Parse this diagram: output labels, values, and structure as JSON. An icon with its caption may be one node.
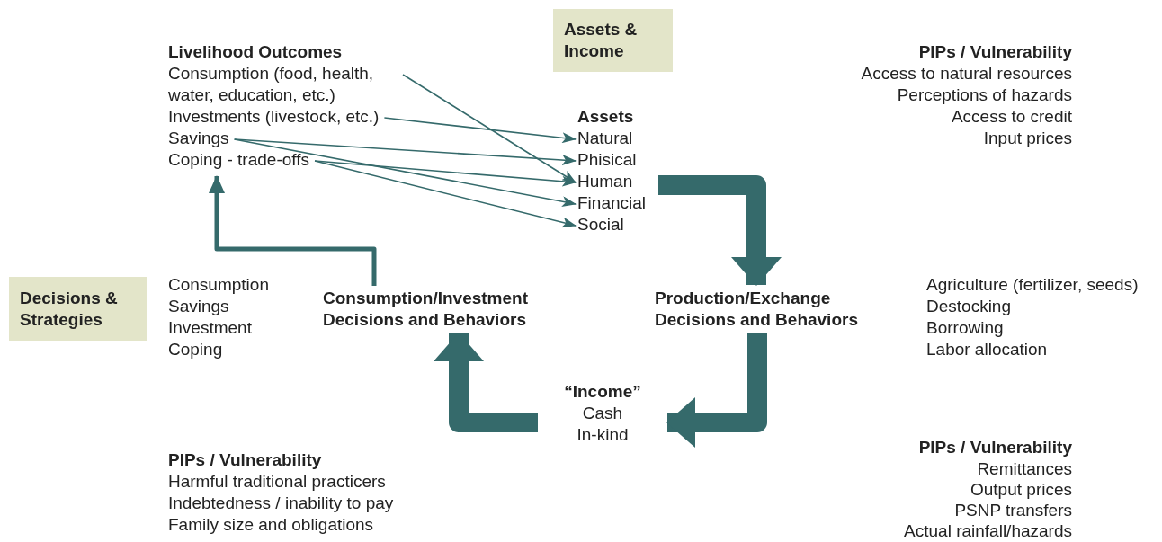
{
  "diagram": {
    "nodes": [
      {
        "text": [
          "Assets & Income"
        ]
      },
      {
        "text": [
          "Decisions & Strategies"
        ]
      },
      {
        "text": [
          "Livelihood Outcomes"
        ]
      },
      {
        "text": [
          "Consumption (food, health, water, education, etc.)"
        ],
        "in": 2
      },
      {
        "text": [
          "Investments (livestock, etc.)"
        ],
        "in": 2
      },
      {
        "text": [
          "Savings"
        ],
        "in": 2
      },
      {
        "text": [
          "Coping - trade-offs"
        ],
        "in": 2
      },
      {
        "text": [
          "Assets"
        ]
      },
      {
        "text": [
          "Natural"
        ],
        "in": 7
      },
      {
        "text": [
          "Phisical"
        ],
        "in": 7
      },
      {
        "text": [
          "Human"
        ],
        "in": 7
      },
      {
        "text": [
          "Financial"
        ],
        "in": 7
      },
      {
        "text": [
          "Social"
        ],
        "in": 7
      },
      {
        "text": [
          "Consumption/Investment Decisions and Behaviors"
        ]
      },
      {
        "text": [
          "Production/Exchange Decisions and Behaviors"
        ]
      },
      {
        "text": [
          "“Income”",
          "Cash",
          "In-kind"
        ]
      }
    ],
    "edges": [
      {
        "from": 3,
        "to": 10,
        "arrow": "to"
      },
      {
        "from": 4,
        "to": 8,
        "arrow": "to"
      },
      {
        "from": 5,
        "to": 9,
        "arrow": "to"
      },
      {
        "from": 5,
        "to": 11,
        "arrow": "to"
      },
      {
        "from": 6,
        "to": 10,
        "arrow": "to"
      },
      {
        "from": 6,
        "to": 12,
        "arrow": "to"
      },
      {
        "from": 7,
        "to": 14,
        "arrow": "to",
        "style": "thick"
      },
      {
        "from": 14,
        "to": 15,
        "arrow": "to",
        "style": "thick"
      },
      {
        "from": 15,
        "to": 13,
        "arrow": "to",
        "style": "thick"
      },
      {
        "from": 13,
        "to": 2,
        "arrow": "to",
        "style": "thick"
      }
    ],
    "labels": [
      "PIPs / Vulnerability",
      "Access to natural resources",
      "Perceptions of hazards",
      "Access to credit",
      "Input prices",
      "Consumption",
      "Savings",
      "Investment",
      "Coping",
      "Agriculture (fertilizer, seeds)",
      "Destocking",
      "Borrowing",
      "Labor allocation",
      "PIPs / Vulnerability",
      "Harmful traditional practicers",
      "Indebtedness / inability to pay",
      "Family size and obligations",
      "PIPs / Vulnerability",
      "Remittances",
      "Output prices",
      "PSNP transfers",
      "Actual rainfall/hazards"
    ]
  }
}
